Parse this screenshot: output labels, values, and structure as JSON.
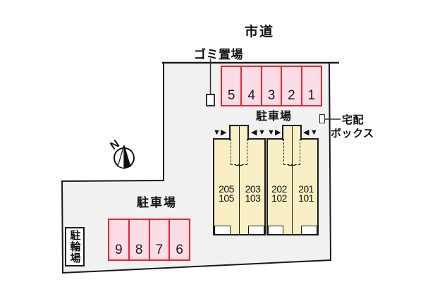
{
  "road_label": "市道",
  "garbage_area": {
    "label": "ゴミ置場"
  },
  "delivery_box": {
    "label_line1": "宅配",
    "label_line2": "ボックス"
  },
  "parking_top": {
    "label": "駐車場",
    "spaces": [
      "5",
      "4",
      "3",
      "2",
      "1"
    ]
  },
  "parking_bottom": {
    "label": "駐車場",
    "spaces": [
      "9",
      "8",
      "7",
      "6"
    ]
  },
  "bicycle_area": {
    "label": "駐輪場"
  },
  "compass": {
    "north_label": "N"
  },
  "building": {
    "units": [
      {
        "upper": "205",
        "lower": "105"
      },
      {
        "upper": "203",
        "lower": "103"
      },
      {
        "upper": "202",
        "lower": "102"
      },
      {
        "upper": "201",
        "lower": "101"
      }
    ]
  },
  "icons": {
    "arrow_down": "▼",
    "arrow_right": "▶",
    "arrow_left": "◀"
  },
  "colors": {
    "site_fill": "#f1f1f1",
    "outline": "#1a1a1a",
    "parking_fill": "#fcdde5",
    "parking_border": "#e9232e",
    "building_fill": "#f8f0c4"
  }
}
